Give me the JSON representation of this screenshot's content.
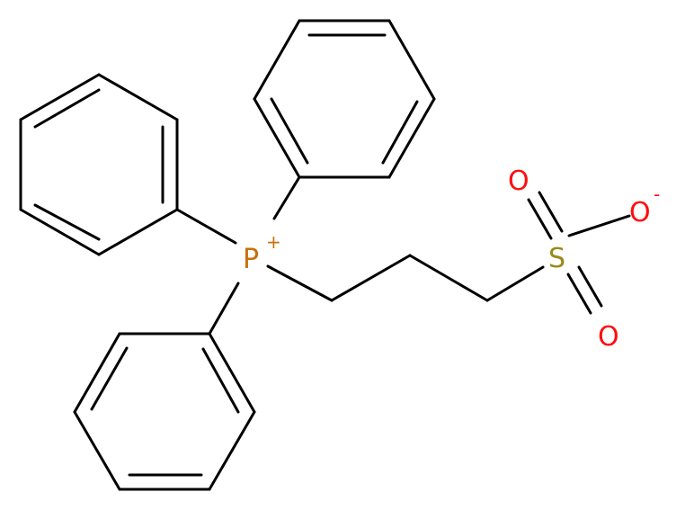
{
  "atoms": {
    "phosphorus": {
      "symbol": "P",
      "charge": "+",
      "color": "#c8700a"
    },
    "sulfur": {
      "symbol": "S",
      "color": "#9a8a1a"
    },
    "oxygen_top": {
      "symbol": "O",
      "color": "#ff0d0d"
    },
    "oxygen_anion": {
      "symbol": "O",
      "charge": "-",
      "color": "#ff0d0d"
    },
    "oxygen_bottom": {
      "symbol": "O",
      "color": "#ff0d0d"
    }
  },
  "bond_color": "#000000"
}
